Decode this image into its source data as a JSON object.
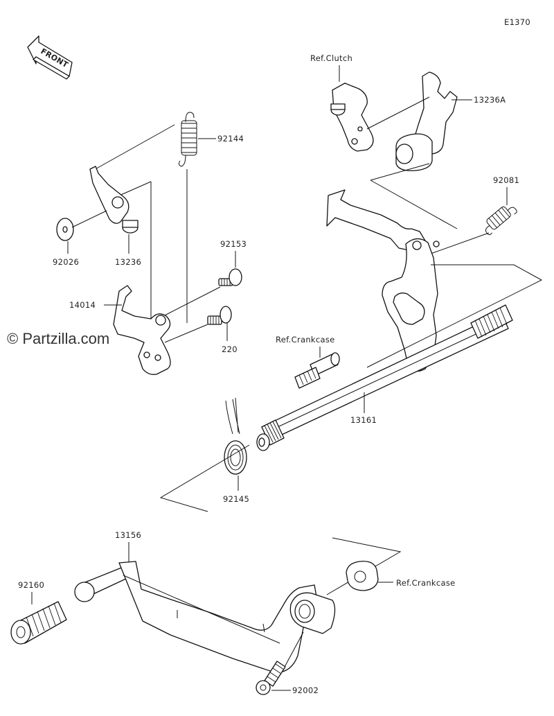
{
  "diagram_code": "E1370",
  "watermark": "© Partzilla.com",
  "front_label": "FRONT",
  "labels": {
    "p92144": "92144",
    "p13236": "13236",
    "p92026": "92026",
    "p92153": "92153",
    "p14014": "14014",
    "p220": "220",
    "p13236a": "13236A",
    "ref_clutch": "Ref.Clutch",
    "p92081": "92081",
    "ref_crankcase_top": "Ref.Crankcase",
    "p13161": "13161",
    "p92145": "92145",
    "p13156": "13156",
    "p92160": "92160",
    "ref_crankcase_bottom": "Ref.Crankcase",
    "p92002": "92002"
  }
}
